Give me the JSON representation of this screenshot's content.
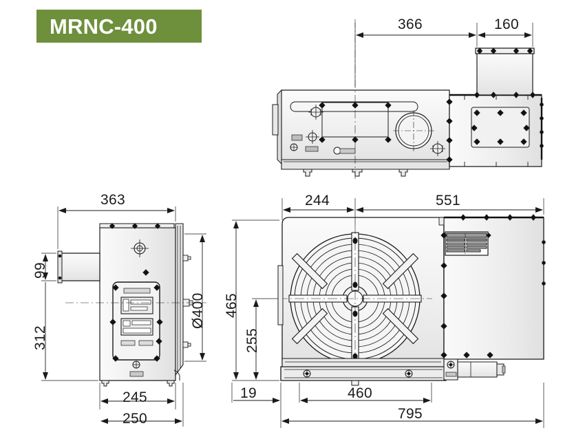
{
  "page": {
    "background": "#ffffff",
    "line_color": "#1a1a1a",
    "fill_light": "#f2f2f2",
    "fill_mid": "#e6e6e6"
  },
  "banner": {
    "label": "MRNC-400",
    "bg_color": "#6e8f3c",
    "text_color": "#ffffff"
  },
  "views": {
    "top": {
      "name": "top-view"
    },
    "side": {
      "name": "side-view"
    },
    "front": {
      "name": "front-view"
    }
  },
  "dimensions": {
    "top_view": [
      {
        "id": "d366",
        "value": "366"
      },
      {
        "id": "d160",
        "value": "160"
      }
    ],
    "side_view": [
      {
        "id": "d363",
        "value": "363"
      },
      {
        "id": "d99",
        "value": "99"
      },
      {
        "id": "d312",
        "value": "312"
      },
      {
        "id": "d245",
        "value": "245"
      },
      {
        "id": "d250",
        "value": "250"
      },
      {
        "id": "d400",
        "value": "Ø400"
      }
    ],
    "front_view": [
      {
        "id": "d244",
        "value": "244"
      },
      {
        "id": "d551",
        "value": "551"
      },
      {
        "id": "d465",
        "value": "465"
      },
      {
        "id": "d255",
        "value": "255"
      },
      {
        "id": "d19",
        "value": "19"
      },
      {
        "id": "d460",
        "value": "460"
      },
      {
        "id": "d795",
        "value": "795"
      }
    ]
  }
}
